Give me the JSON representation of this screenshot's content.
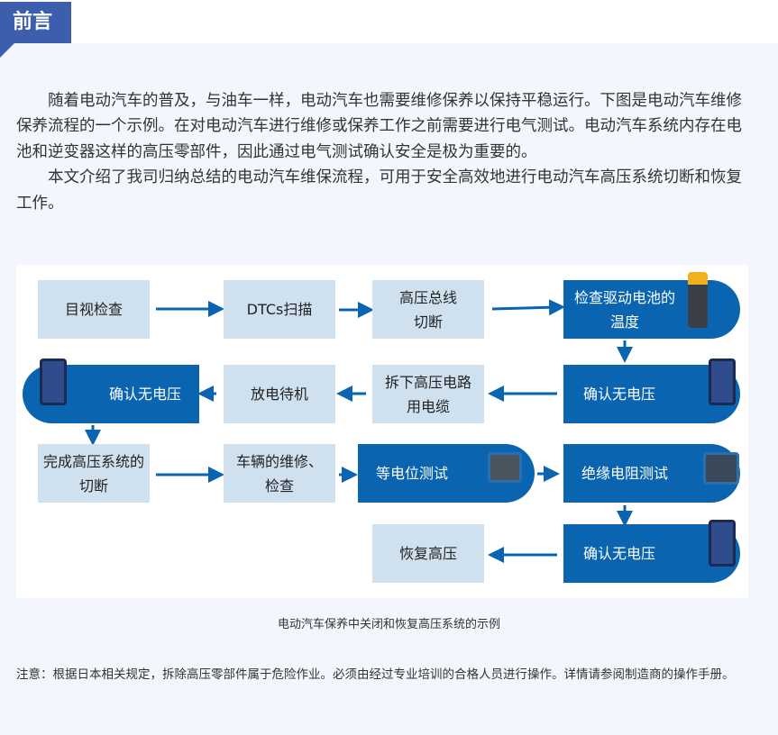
{
  "header": {
    "title": "前言"
  },
  "intro": {
    "paragraphs": [
      "随着电动汽车的普及，与油车一样，电动汽车也需要维修保养以保持平稳运行。下图是电动汽车维修保养流程的一个示例。在对电动汽车进行维修或保养工作之前需要进行电气测试。电动汽车系统内存在电池和逆变器这样的高压零部件，因此通过电气测试确认安全是极为重要的。",
      "本文介绍了我司归纳总结的电动汽车维保流程，可用于安全高效地进行电动汽车高压系统切断和恢复工作。"
    ]
  },
  "flow": {
    "steps": [
      "目视检查",
      "DTCs扫描",
      "高压总线\n切断",
      "检查驱动电池的\n温度",
      "确认无电压",
      "拆下高压电路\n用电缆",
      "放电待机",
      "确认无电压",
      "完成高压系统的\n切断",
      "车辆的维修、\n检查",
      "等电位测试",
      "绝缘电阻测试",
      "确认无电压",
      "恢复高压"
    ],
    "colors": {
      "light": "#cfe1ef",
      "dark": "#0a64b0",
      "arrow": "#0a64b0"
    }
  },
  "caption": "电动汽车保养中关闭和恢复高压系统的示例",
  "note": "注意：根据日本相关规定，拆除高压零部件属于危险作业。必须由经过专业培训的合格人员进行操作。详情请参阅制造商的操作手册。"
}
